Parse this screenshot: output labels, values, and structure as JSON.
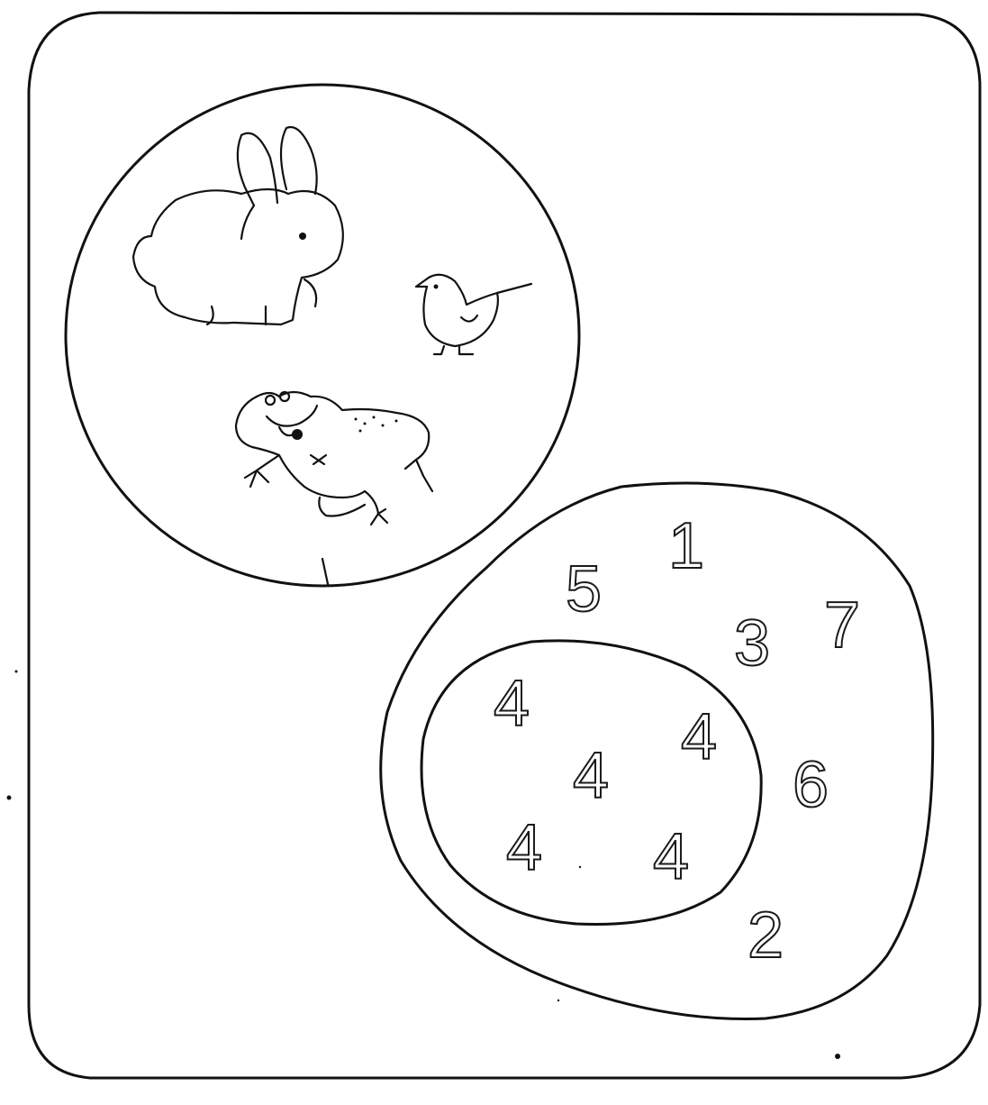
{
  "colors": {
    "ink": "#111111",
    "paper": "#ffffff"
  },
  "animals_set": {
    "items": [
      {
        "icon": "rabbit-icon"
      },
      {
        "icon": "bird-icon"
      },
      {
        "icon": "frog-icon"
      }
    ]
  },
  "numbers_set": {
    "outer_numbers": [
      "5",
      "1",
      "3",
      "7",
      "6",
      "2"
    ],
    "inner_numbers": [
      "4",
      "4",
      "4",
      "4",
      "4"
    ]
  }
}
